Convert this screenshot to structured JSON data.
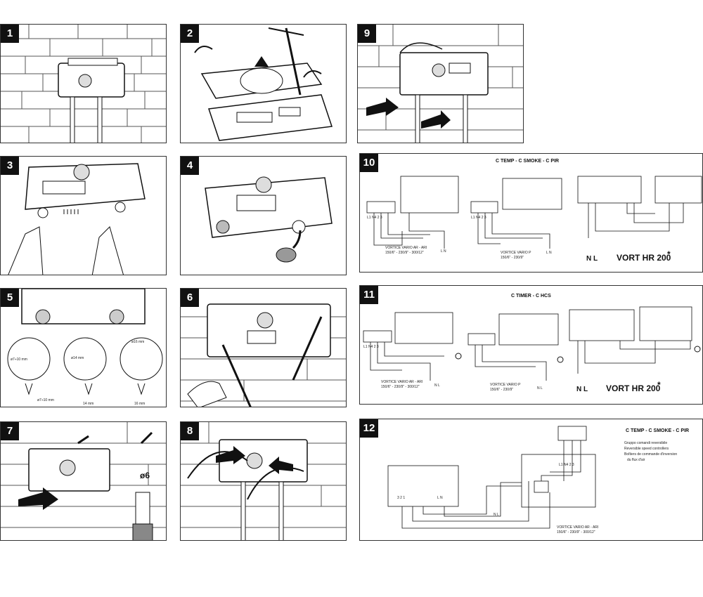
{
  "panels": {
    "p1": {
      "num": "1"
    },
    "p2": {
      "num": "2"
    },
    "p3": {
      "num": "3"
    },
    "p4": {
      "num": "4"
    },
    "p5": {
      "num": "5",
      "labels": {
        "d1": "ø7÷10 mm",
        "d2": "ø14 mm",
        "d3": "ø16 mm",
        "m1": "ø7÷10 mm",
        "m2": "14 mm",
        "m3": "16 mm"
      }
    },
    "p6": {
      "num": "6"
    },
    "p7": {
      "num": "7",
      "drill": "ø6"
    },
    "p8": {
      "num": "8"
    },
    "p9": {
      "num": "9"
    },
    "p10": {
      "num": "10",
      "title": "C TEMP - C SMOKE - C PIR",
      "model_a": "VORTICE VARIO AR - ARI",
      "model_a_sizes": "150/6\" - 230/9\" - 300/12\"",
      "model_b": "VORTICE VARIO P",
      "model_b_sizes": "150/6\" - 230/9\"",
      "vort": "VORT HR 200",
      "star": "*",
      "nl": "N L",
      "term_a": "L1 N4 2 3",
      "term_b": "L1 N4 2 3",
      "ln": "L N",
      "ln2": "L N"
    },
    "p11": {
      "num": "11",
      "title": "C TIMER  -  C HCS",
      "model_a": "VORTICE VARIO AR - ARI",
      "model_a_sizes": "150/6\" - 230/9\" - 300/12\"",
      "model_b": "VORTICE VARIO P",
      "model_b_sizes": "150/6\" - 230/9\"",
      "vort": "VORT HR 200",
      "star": "*",
      "nl": "N L",
      "term_a": "L1 N4 2 3",
      "ln": "N L",
      "ln2": "N L"
    },
    "p12": {
      "num": "12",
      "title": "C TEMP - C SMOKE - C PIR",
      "bullets": [
        "Gruppo comandi reversibile",
        "Reversible speed controllers",
        "Boîtiers de commande d'inversion",
        "du flux d'air"
      ],
      "model": "VORTICE VARIO AR - ARI",
      "model_sizes": "150/6\" - 230/9\" - 300/12\"",
      "term_top": "L1 N4 2 3",
      "t321": "3 2 1",
      "tln": "L N",
      "tln2": "N L"
    }
  },
  "colors": {
    "ink": "#111111",
    "wall": "#555555",
    "paper": "#ffffff"
  }
}
